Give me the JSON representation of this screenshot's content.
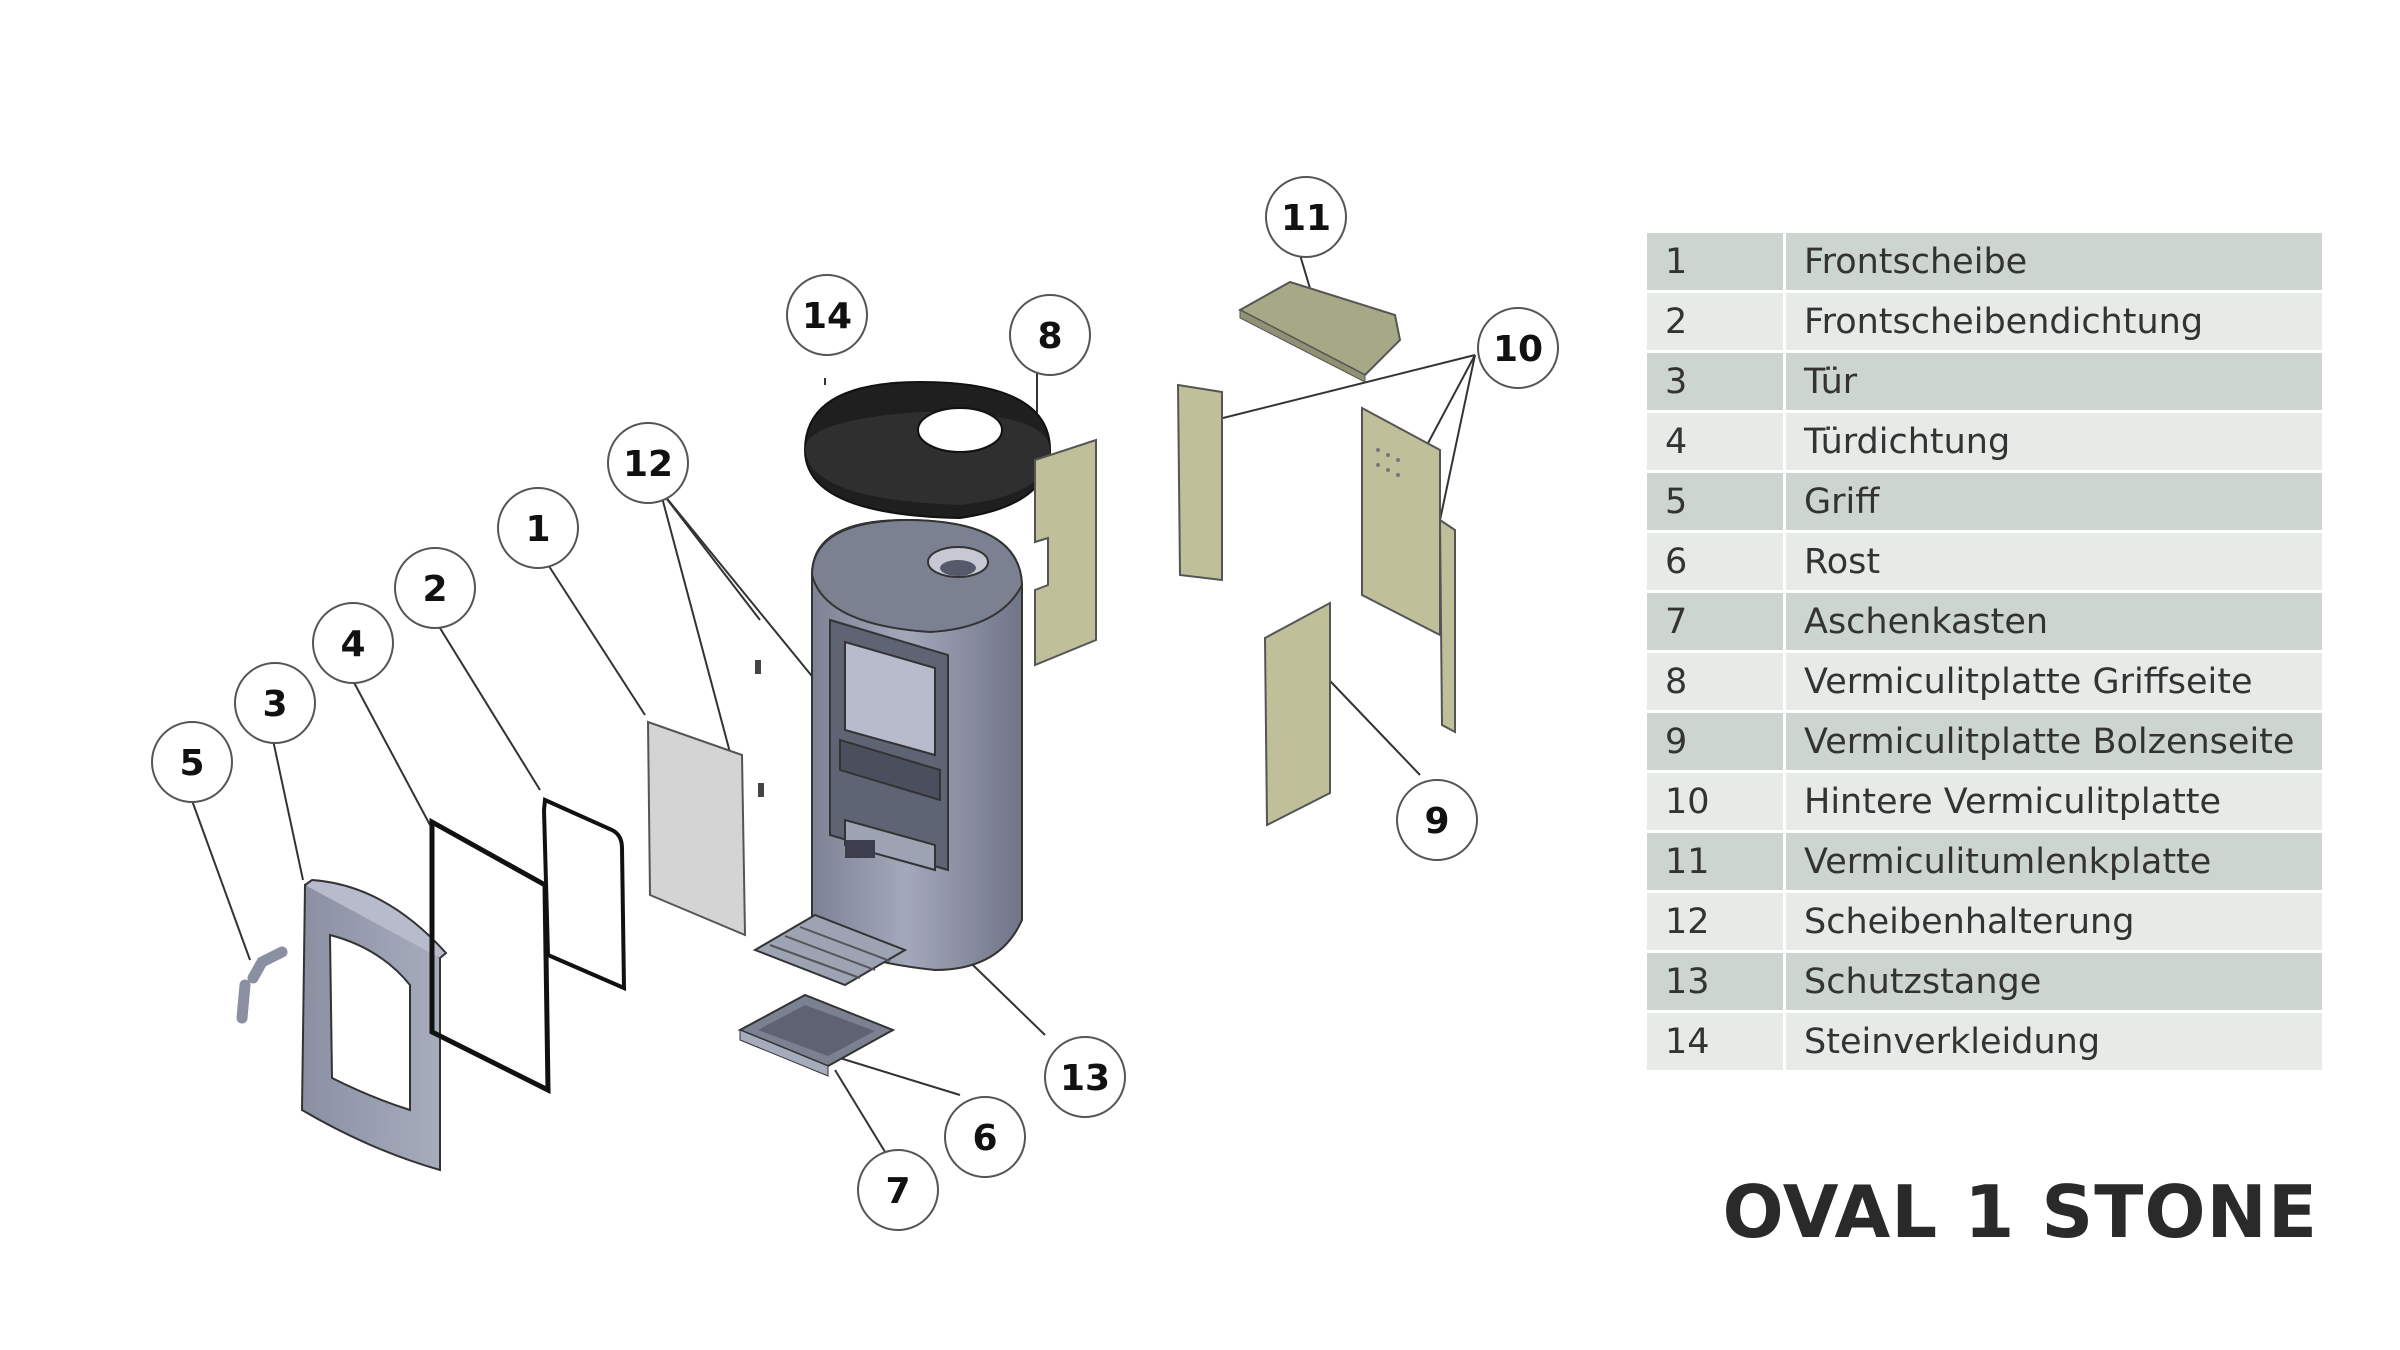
{
  "parts": [
    {
      "number": "1",
      "name": "Frontscheibe"
    },
    {
      "number": "2",
      "name": "Frontscheibendichtung"
    },
    {
      "number": "3",
      "name": "Tür"
    },
    {
      "number": "4",
      "name": "Türdichtung"
    },
    {
      "number": "5",
      "name": "Griff"
    },
    {
      "number": "6",
      "name": "Rost"
    },
    {
      "number": "7",
      "name": "Aschenkasten"
    },
    {
      "number": "8",
      "name": "Vermiculitplatte Griffseite"
    },
    {
      "number": "9",
      "name": "Vermiculitplatte Bolzenseite"
    },
    {
      "number": "10",
      "name": "Hintere Vermiculitplatte"
    },
    {
      "number": "11",
      "name": "Vermiculitumlenkplatte"
    },
    {
      "number": "12",
      "name": "Scheibenhalterung"
    },
    {
      "number": "13",
      "name": "Schutzstange"
    },
    {
      "number": "14",
      "name": "Steinverkleidung"
    }
  ],
  "callouts": [
    "1",
    "2",
    "3",
    "4",
    "5",
    "6",
    "7",
    "8",
    "9",
    "10",
    "11",
    "12",
    "13",
    "14"
  ],
  "title": "OVAL 1 STONE",
  "colors": {
    "row_dark": "#ccd6ce",
    "row_light": "#e6ebe7",
    "steel": "#9aa0b2",
    "steel_dark": "#6f7486",
    "vermiculite": "#bfc09a",
    "stone": "#2c2c2c",
    "glass": "#d4d4d4"
  }
}
